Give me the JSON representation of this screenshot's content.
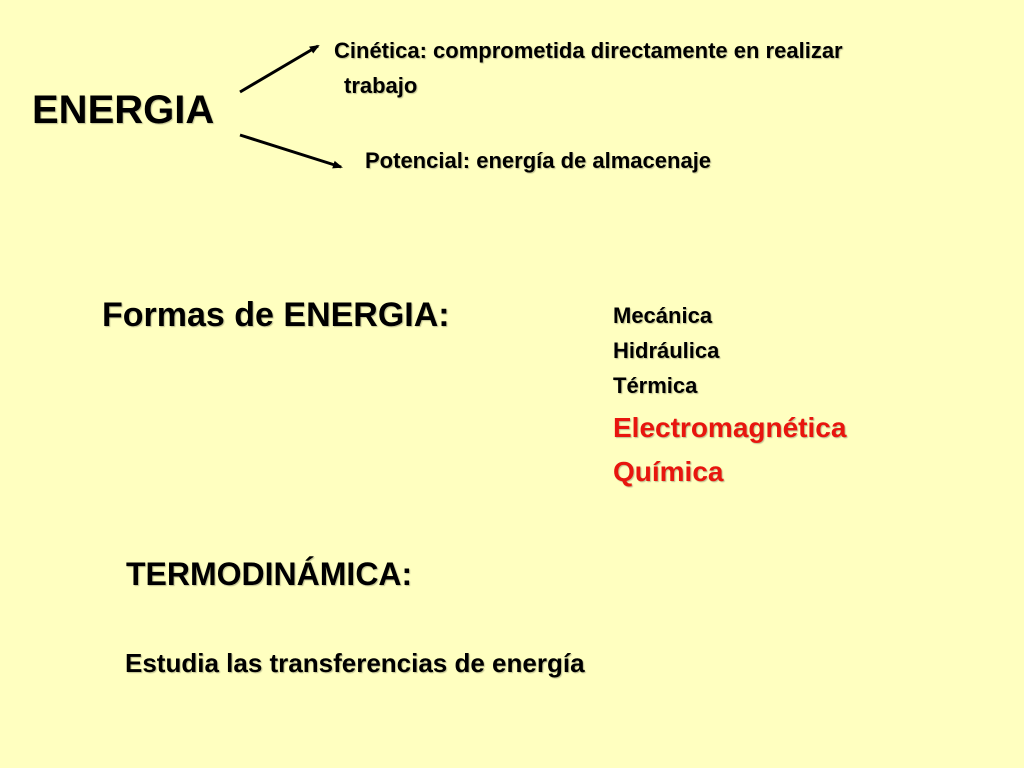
{
  "colors": {
    "background": "#ffffc0",
    "text": "#000000",
    "highlight": "#e8150e"
  },
  "energia": {
    "title": "ENERGIA",
    "cinetica_line1": "Cinética: comprometida directamente en realizar",
    "cinetica_line2": "trabajo",
    "potencial": "Potencial: energía de almacenaje"
  },
  "formas": {
    "title": "Formas de ENERGIA:",
    "items": [
      {
        "label": "Mecánica",
        "highlight": false
      },
      {
        "label": "Hidráulica",
        "highlight": false
      },
      {
        "label": "Térmica",
        "highlight": false
      },
      {
        "label": "Electromagnética",
        "highlight": true
      },
      {
        "label": "Química",
        "highlight": true
      }
    ]
  },
  "termodinamica": {
    "title": "TERMODINÁMICA:",
    "description": "Estudia las transferencias de energía"
  }
}
